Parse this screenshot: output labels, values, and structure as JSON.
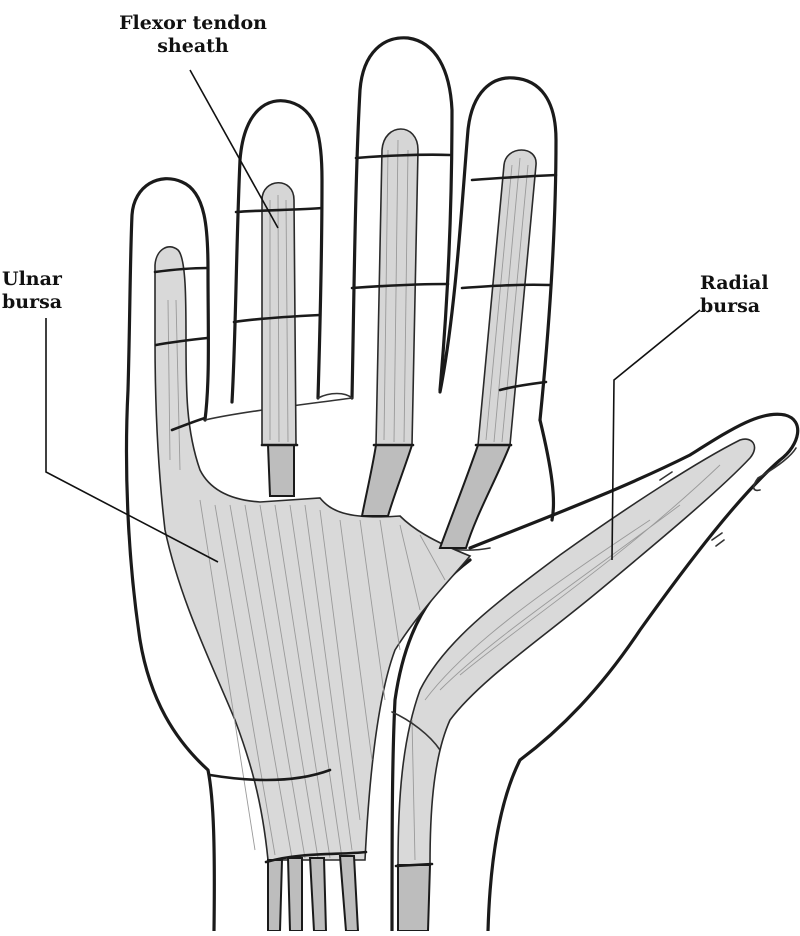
{
  "labels": {
    "flexor_tendon_sheath": [
      "Flexor tendon",
      "sheath"
    ],
    "ulnar_bursa": [
      "Ulnar",
      "bursa"
    ],
    "radial_bursa": [
      "Radial",
      "bursa"
    ]
  }
}
